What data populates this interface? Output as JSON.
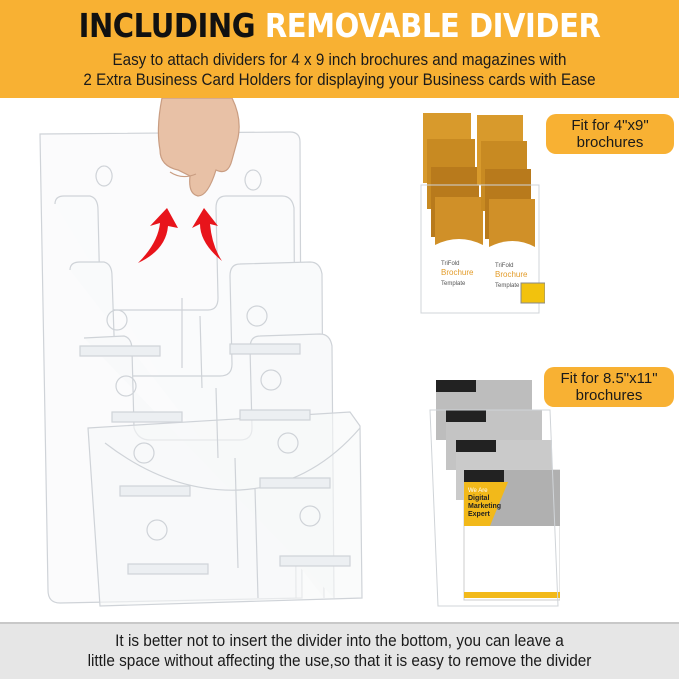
{
  "header": {
    "title_dark": "INCLUDING",
    "title_light": "REMOVABLE DIVIDER",
    "subtitle_line1": "Easy to attach dividers for 4 x 9 inch brochures and magazines with",
    "subtitle_line2": "2 Extra Business Card Holders for displaying your Business cards with Ease"
  },
  "callouts": [
    {
      "line1": "Fit for 4\"x9\"",
      "line2": "brochures"
    },
    {
      "line1": "Fit for 8.5\"x11\"",
      "line2": "brochures"
    }
  ],
  "thumb1": {
    "brochure_text": [
      "TriFold",
      "Brochure",
      "Template"
    ]
  },
  "thumb2": {
    "flyer_text": [
      "We Are",
      "Digital",
      "Marketing",
      "Expert"
    ]
  },
  "footer": {
    "line1": "It is better not to insert the divider into the bottom, you can leave a",
    "line2": "little space without affecting the use,so that it is easy to remove the divider"
  },
  "colors": {
    "accent": "#f8b133",
    "arrow": "#e8141b",
    "footer_bg": "#e6e6e6"
  }
}
